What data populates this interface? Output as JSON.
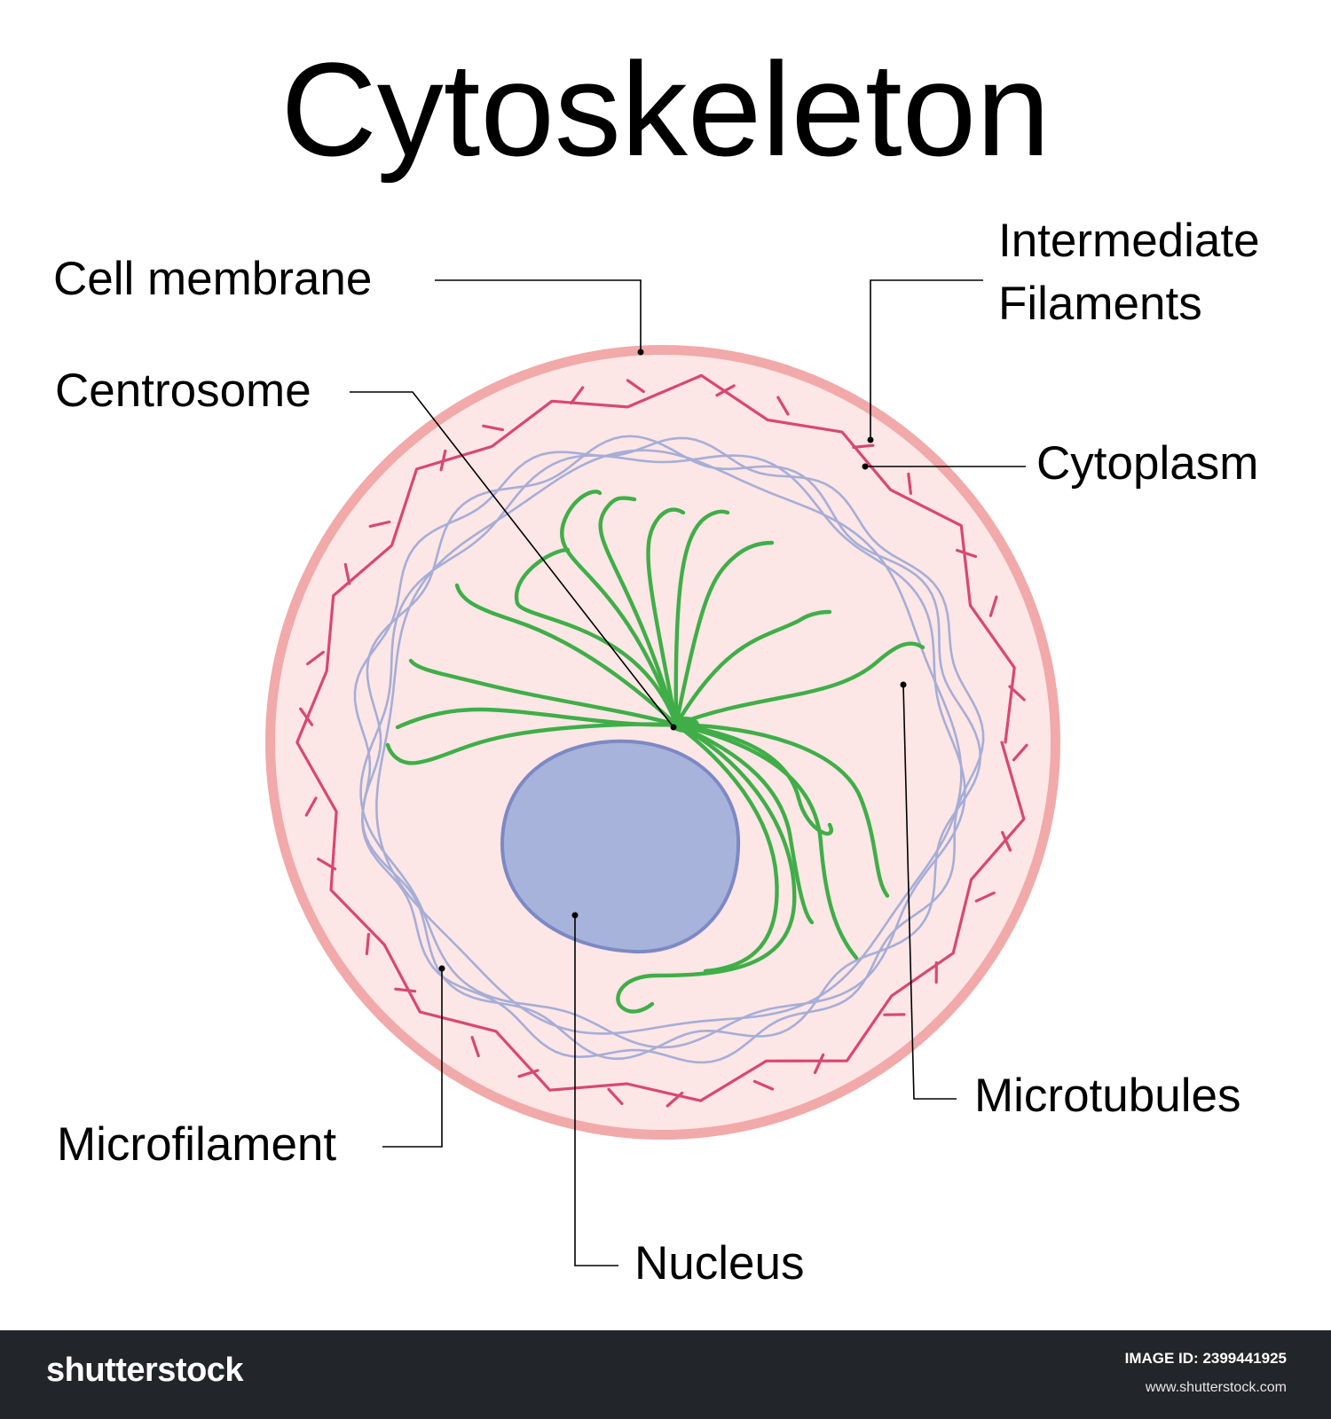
{
  "title": "Cytoskeleton",
  "labels": {
    "cell_membrane": "Cell membrane",
    "centrosome": "Centrosome",
    "intermediate_line1": "Intermediate",
    "intermediate_line2": "Filaments",
    "cytoplasm": "Cytoplasm",
    "microtubules": "Microtubules",
    "microfilament": "Microfilament",
    "nucleus": "Nucleus"
  },
  "colors": {
    "membrane": "#f2a9a9",
    "cytoplasm": "#fde6e6",
    "microfilament": "#d9486e",
    "intermediate_filament": "#a6aed6",
    "microtubule": "#3fae48",
    "nucleus_fill": "#a8b3dc",
    "nucleus_stroke": "#7c89c4",
    "footer_bg": "#22252a"
  },
  "footer": {
    "brand": "shutterstock",
    "image_id": "IMAGE ID: 2399441925",
    "site": "www.shutterstock.com"
  }
}
